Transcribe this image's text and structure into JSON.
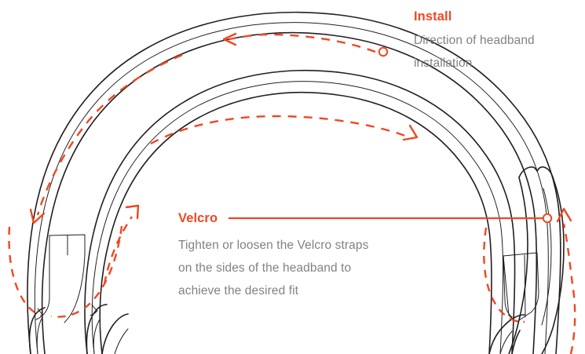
{
  "diagram": {
    "title": "Headband installation and Velcro adjustment diagram",
    "colors": {
      "accent": "#f04722",
      "body_text": "#808285",
      "line": "#231f20",
      "background": "#ffffff"
    }
  },
  "callouts": [
    {
      "id": "install",
      "title": "Install",
      "lines": [
        "Direction of headband",
        "installation"
      ]
    },
    {
      "id": "velcro",
      "title": "Velcro",
      "lines": [
        "Tighten or loosen the Velcro straps",
        "on the sides of the headband to",
        "achieve the desired fit"
      ]
    }
  ],
  "annotations": {
    "leader_line_label": "velcro-leader-line",
    "arrows": [
      {
        "name": "top-arc-arrow",
        "direction": "left",
        "meaning": "direction of headband installation over the top"
      },
      {
        "name": "mid-arc-arrow",
        "direction": "right",
        "meaning": "direction of headband installation along inner band"
      },
      {
        "name": "left-outer-arrow",
        "direction": "down-left",
        "meaning": "outer band slides down left side"
      },
      {
        "name": "left-inner-arrow",
        "direction": "up-right",
        "meaning": "inner strap pulls up on left side"
      },
      {
        "name": "left-strap-arrow",
        "direction": "loop",
        "meaning": "left Velcro strap tighten or loosen loop"
      },
      {
        "name": "right-strap-arrow",
        "direction": "up",
        "meaning": "right Velcro strap tighten or loosen loop"
      }
    ]
  }
}
